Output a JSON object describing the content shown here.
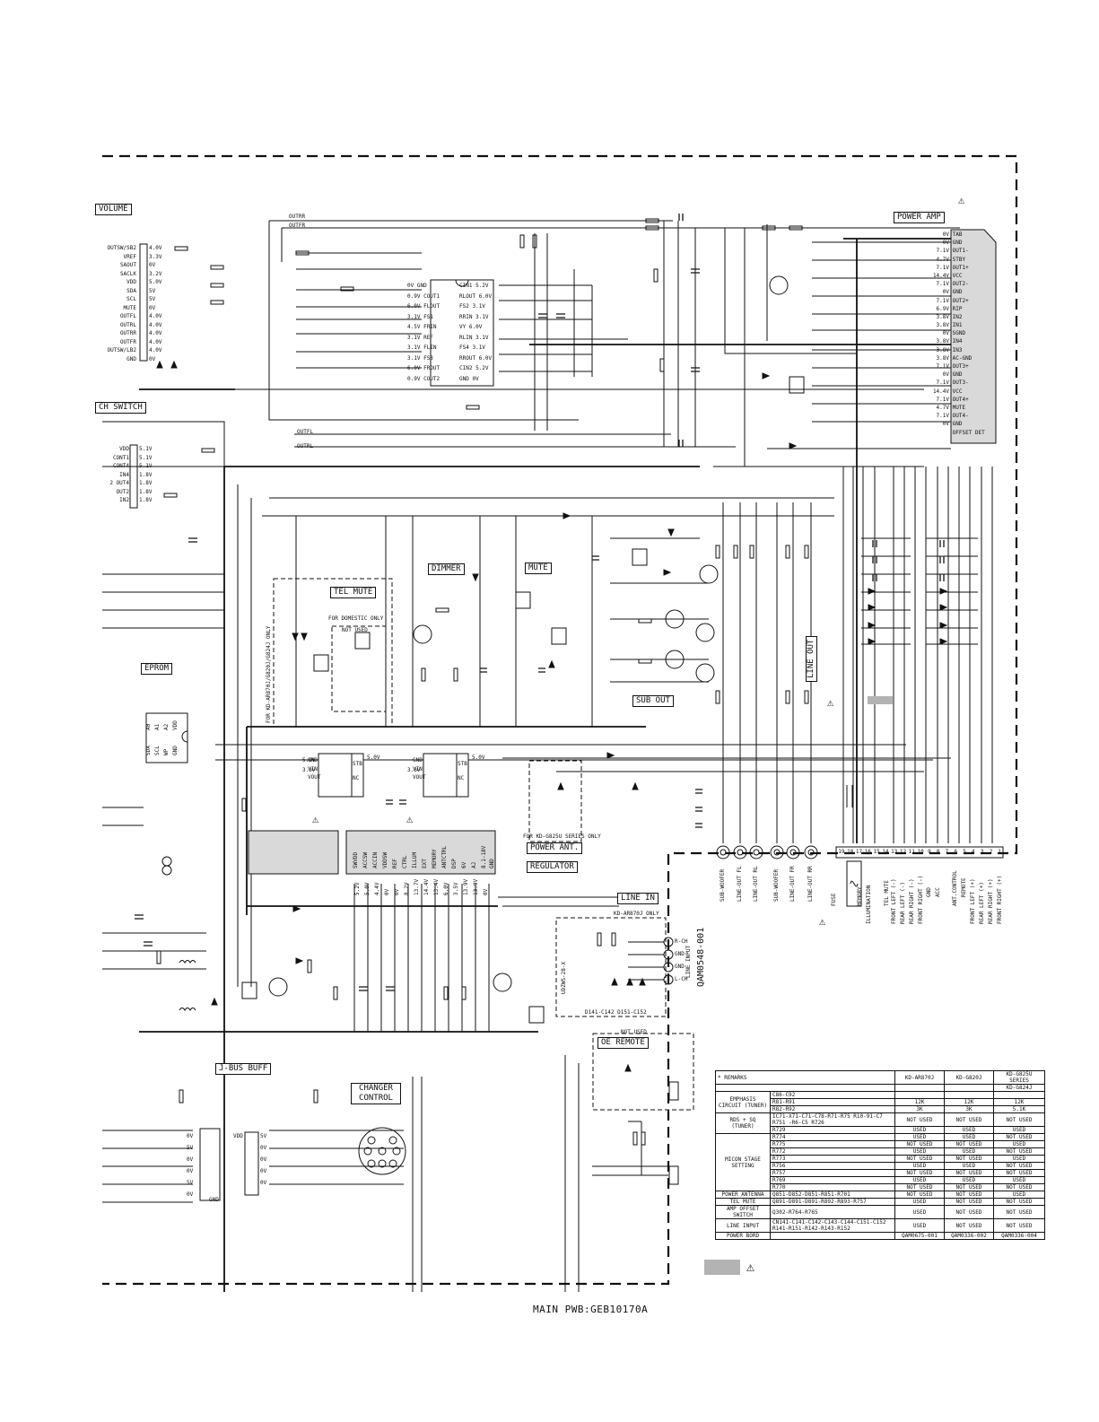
{
  "blocks": {
    "volume": "VOLUME",
    "power_amp": "POWER AMP",
    "ch_switch": "CH SWITCH",
    "tel_mute": "TEL MUTE",
    "dimmer": "DIMMER",
    "mute": "MUTE",
    "eprom": "EPROM",
    "line_out": "LINE OUT",
    "sub_out": "SUB OUT",
    "power_ant": "POWER ANT.",
    "regulator": "REGULATOR",
    "line_in": "LINE IN",
    "jbus_buff": "J-BUS BUFF",
    "changer_control": "CHANGER CONTROL",
    "oe_remote": "OE REMOTE"
  },
  "notes": {
    "for_domestic": "FOR DOMESTIC ONLY",
    "not_used": "NOT USED",
    "for_kd_g825u": "FOR KD-G825U SERIES ONLY",
    "kd_ar870j_only": "KD-AR870J ONLY",
    "for_kd_ar870": "FOR KD-AR870J/G820J/G824J ONLY",
    "d141_label": "D141-C142 D151-C152",
    "udzws_label": "UDZWS-28-X",
    "part_code": "QAM0548-001",
    "line_input": "LINE INPUT",
    "net_outrr": "OUTRR",
    "net_outfr": "OUTFR",
    "net_outfl": "OUTFL",
    "net_outrl": "OUTRL"
  },
  "vol_pins": [
    {
      "name": "OUTSW/SB2",
      "v": "4.0V"
    },
    {
      "name": "VREF",
      "v": "3.3V"
    },
    {
      "name": "SAOUT",
      "v": "0V"
    },
    {
      "name": "SACLK",
      "v": "3.2V"
    },
    {
      "name": "VDD",
      "v": "5.0V"
    },
    {
      "name": "SDA",
      "v": "5V"
    },
    {
      "name": "SCL",
      "v": "5V"
    },
    {
      "name": "MUTE",
      "v": "0V"
    },
    {
      "name": "OUTFL",
      "v": "4.0V"
    },
    {
      "name": "OUTRL",
      "v": "4.0V"
    },
    {
      "name": "OUTRR",
      "v": "4.0V"
    },
    {
      "name": "OUTFR",
      "v": "4.0V"
    },
    {
      "name": "OUTSW/LB2",
      "v": "4.0V"
    },
    {
      "name": "GND",
      "v": "0V"
    }
  ],
  "ch_pins": [
    {
      "name": "VDD",
      "v": "5.1V"
    },
    {
      "name": "CONT1",
      "v": "5.1V"
    },
    {
      "name": "CONT4",
      "v": "5.1V"
    },
    {
      "name": "IN4",
      "v": "1.8V"
    },
    {
      "name": "2 OUT4",
      "v": "1.8V"
    },
    {
      "name": "OUT2",
      "v": "1.8V"
    },
    {
      "name": "IN2",
      "v": "1.8V"
    }
  ],
  "amp_ic": {
    "left": [
      {
        "v": "0V",
        "n": "GND"
      },
      {
        "v": "0.9V",
        "n": "COUT1"
      },
      {
        "v": "6.0V",
        "n": "FLOUT"
      },
      {
        "v": "3.1V",
        "n": "FS1"
      },
      {
        "v": "4.5V",
        "n": "FRIN"
      },
      {
        "v": "3.1V",
        "n": "REF"
      },
      {
        "v": "3.1V",
        "n": "FLIN"
      },
      {
        "v": "3.1V",
        "n": "FS3"
      },
      {
        "v": "6.0V",
        "n": "FROUT"
      },
      {
        "v": "0.9V",
        "n": "COUT2"
      }
    ],
    "right": [
      {
        "n": "CIN1",
        "v": "5.2V"
      },
      {
        "n": "RLOUT",
        "v": "6.0V"
      },
      {
        "n": "FS2",
        "v": "3.1V"
      },
      {
        "n": "RRIN",
        "v": "3.1V"
      },
      {
        "n": "VY",
        "v": "6.0V"
      },
      {
        "n": "RLIN",
        "v": "3.1V"
      },
      {
        "n": "FS4",
        "v": "3.1V"
      },
      {
        "n": "RROUT",
        "v": "6.0V"
      },
      {
        "n": "CIN2",
        "v": "5.2V"
      },
      {
        "n": "GND",
        "v": "0V"
      }
    ]
  },
  "pa_pins": [
    {
      "v": "0V",
      "n": "TAB"
    },
    {
      "v": "0V",
      "n": "GND"
    },
    {
      "v": "7.1V",
      "n": "OUT1-"
    },
    {
      "v": "4.7V",
      "n": "STBY"
    },
    {
      "v": "7.1V",
      "n": "OUT1+"
    },
    {
      "v": "14.4V",
      "n": "VCC"
    },
    {
      "v": "7.1V",
      "n": "OUT2-"
    },
    {
      "v": "0V",
      "n": "GND"
    },
    {
      "v": "7.1V",
      "n": "OUT2+"
    },
    {
      "v": "6.9V",
      "n": "RIP"
    },
    {
      "v": "3.8V",
      "n": "IN2"
    },
    {
      "v": "3.8V",
      "n": "IN1"
    },
    {
      "v": "0V",
      "n": "SGND"
    },
    {
      "v": "3.8V",
      "n": "IN4"
    },
    {
      "v": "3.8V",
      "n": "IN3"
    },
    {
      "v": "3.8V",
      "n": "AC-GND"
    },
    {
      "v": "7.1V",
      "n": "OUT3+"
    },
    {
      "v": "0V",
      "n": "GND"
    },
    {
      "v": "7.1V",
      "n": "OUT3-"
    },
    {
      "v": "14.4V",
      "n": "VCC"
    },
    {
      "v": "7.1V",
      "n": "OUT4+"
    },
    {
      "v": "4.7V",
      "n": "MUTE"
    },
    {
      "v": "7.1V",
      "n": "OUT4-"
    },
    {
      "v": "0V",
      "n": "GND"
    },
    {
      "v": "",
      "n": "OFFSET DET"
    }
  ],
  "eprom_pins": [
    "A0",
    "A1",
    "A2",
    "SDA",
    "SCL",
    "WP",
    "VDD",
    "GND"
  ],
  "reg_pins": [
    "SWVDD",
    "ACCSW",
    "ACCIN",
    "VDDSW",
    "REF",
    "CTRL",
    "ILLUM",
    "EXT",
    "MEMORY",
    "ANTCTRL",
    "DSP",
    "6V",
    "AJ",
    "8.1-18V",
    "GND"
  ],
  "reg_volts": [
    "5.2V",
    "5.0V",
    "4.4V",
    "0V",
    "0V",
    "8.2V",
    "13.7V",
    "14.4V",
    "13.4V",
    "6.0V",
    "3.5V",
    "13.9V",
    "13.9V",
    "0V"
  ],
  "regs": {
    "a": {
      "pins": [
        "GND",
        "VIN",
        "VOUT",
        "STB",
        "NC"
      ],
      "v": [
        "5.0V",
        "3.3V",
        "5.0V"
      ]
    },
    "b": {
      "pins": [
        "GND",
        "VIN",
        "VOUT",
        "STB",
        "NC"
      ],
      "v": [
        "5.0V",
        "3.3V",
        "5.0V"
      ]
    }
  },
  "conn_pins": [
    {
      "no": "19",
      "n": "FUSE"
    },
    {
      "no": "18",
      "n": ""
    },
    {
      "no": "17",
      "n": "MEMORY"
    },
    {
      "no": "16",
      "n": "ILLUMINATION"
    },
    {
      "no": "15",
      "n": ""
    },
    {
      "no": "14",
      "n": "TEL MUTE"
    },
    {
      "no": "13",
      "n": "FRONT LEFT (-)"
    },
    {
      "no": "12",
      "n": "REAR LEFT (-)"
    },
    {
      "no": "11",
      "n": "REAR RIGHT (-)"
    },
    {
      "no": "10",
      "n": "FRONT RIGHT (-)"
    },
    {
      "no": "9",
      "n": "GND"
    },
    {
      "no": "8",
      "n": "ACC"
    },
    {
      "no": "7",
      "n": ""
    },
    {
      "no": "6",
      "n": "ANT.CONTROL"
    },
    {
      "no": "5",
      "n": "REMOTE"
    },
    {
      "no": "4",
      "n": "FRONT LEFT (+)"
    },
    {
      "no": "3",
      "n": "REAR LEFT (+)"
    },
    {
      "no": "2",
      "n": "REAR RIGHT (+)"
    },
    {
      "no": "1",
      "n": "FRONT RIGHT (+)"
    }
  ],
  "rca": [
    "SUB-WOOFER",
    "LINE-OUT FL",
    "LINE-OUT RL",
    "SUB-WOOFER",
    "LINE-OUT FR",
    "LINE-OUT RR"
  ],
  "line_in_pins": [
    "R-CH",
    "GND",
    "GND",
    "L-CH"
  ],
  "jbus": {
    "left": [
      "0V",
      "5V",
      "0V",
      "0V",
      "5V",
      "0V"
    ],
    "right": [
      "VDD",
      "5V",
      "0V",
      "0V",
      "0V",
      "0V"
    ],
    "gnd": "GND"
  },
  "remarks": {
    "headers": [
      "* REMARKS",
      "",
      "KD-AR870J",
      "KD-G820J",
      "KD-G825U SERIES"
    ],
    "subheader": "KD-G824J",
    "rows": [
      [
        "EMPHASIS CIRCUIT (TUNER)",
        "C86-C92",
        "",
        "",
        ""
      ],
      [
        "",
        "R81-R91",
        "12K",
        "12K",
        "12K"
      ],
      [
        "",
        "R82-R92",
        "3K",
        "3K",
        "5.1K"
      ],
      [
        "RDS + SQ (TUNER)",
        "IC71-X71-C71-C78-R71-R75 R10-91-C7 R751 -R6-C5 R726",
        "NOT USED",
        "NOT USED",
        "NOT USED"
      ],
      [
        "",
        "R729",
        "USED",
        "USED",
        "USED"
      ],
      [
        "MICON STAGE SETTING",
        "R774",
        "USED",
        "USED",
        "NOT USED"
      ],
      [
        "",
        "R775",
        "NOT USED",
        "NOT USED",
        "USED"
      ],
      [
        "",
        "R772",
        "USED",
        "USED",
        "NOT USED"
      ],
      [
        "",
        "R773",
        "NOT USED",
        "NOT USED",
        "USED"
      ],
      [
        "",
        "R756",
        "USED",
        "USED",
        "NOT USED"
      ],
      [
        "",
        "R757",
        "NOT USED",
        "NOT USED",
        "NOT USED"
      ],
      [
        "",
        "R769",
        "USED",
        "USED",
        "USED"
      ],
      [
        "",
        "R770",
        "NOT USED",
        "NOT USED",
        "NOT USED"
      ],
      [
        "POWER ANTENNA",
        "Q851-D852-D851-R851-R701",
        "NOT USED",
        "NOT USED",
        "USED"
      ],
      [
        "TEL MUTE",
        "Q891-D891-D891-R892-R893-R757",
        "USED",
        "NOT USED",
        "NOT USED"
      ],
      [
        "AMP OFFSET SWITCH",
        "Q302-R764-R765",
        "USED",
        "NOT USED",
        "NOT USED"
      ],
      [
        "LINE INPUT",
        "CN141-C141-C142-C143-C144-C151-C152 R141-R151-R142-R143-R152",
        "USED",
        "NOT USED",
        "NOT USED"
      ],
      [
        "POWER BORD",
        "",
        "QAM0675-001",
        "QAM0336-002",
        "QAM0336-004"
      ]
    ]
  },
  "footer": "MAIN PWB:GEB10170A",
  "legend": {
    "swatch_color": "#b3b3b3",
    "warning_icon": "warning-triangle-icon"
  }
}
